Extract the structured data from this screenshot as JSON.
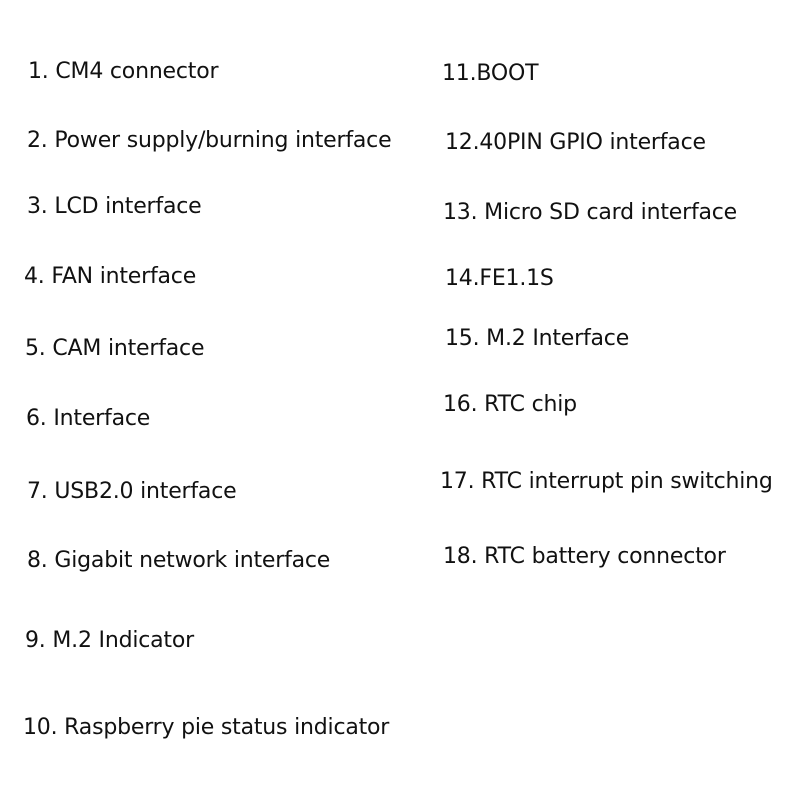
{
  "legend": {
    "left_column": [
      "1. CM4 connector",
      "2. Power supply/burning interface",
      "3. LCD interface",
      "4. FAN interface",
      "5. CAM interface",
      "6. Interface",
      "7. USB2.0 interface",
      "8. Gigabit network interface",
      "9. M.2 Indicator",
      "10. Raspberry pie status indicator"
    ],
    "right_column": [
      "11.BOOT",
      "12.40PIN GPIO interface",
      "13. Micro SD card interface",
      "14.FE1.1S",
      "15. M.2 Interface",
      "16. RTC chip",
      "17. RTC interrupt pin switching",
      "18. RTC battery connector"
    ]
  }
}
